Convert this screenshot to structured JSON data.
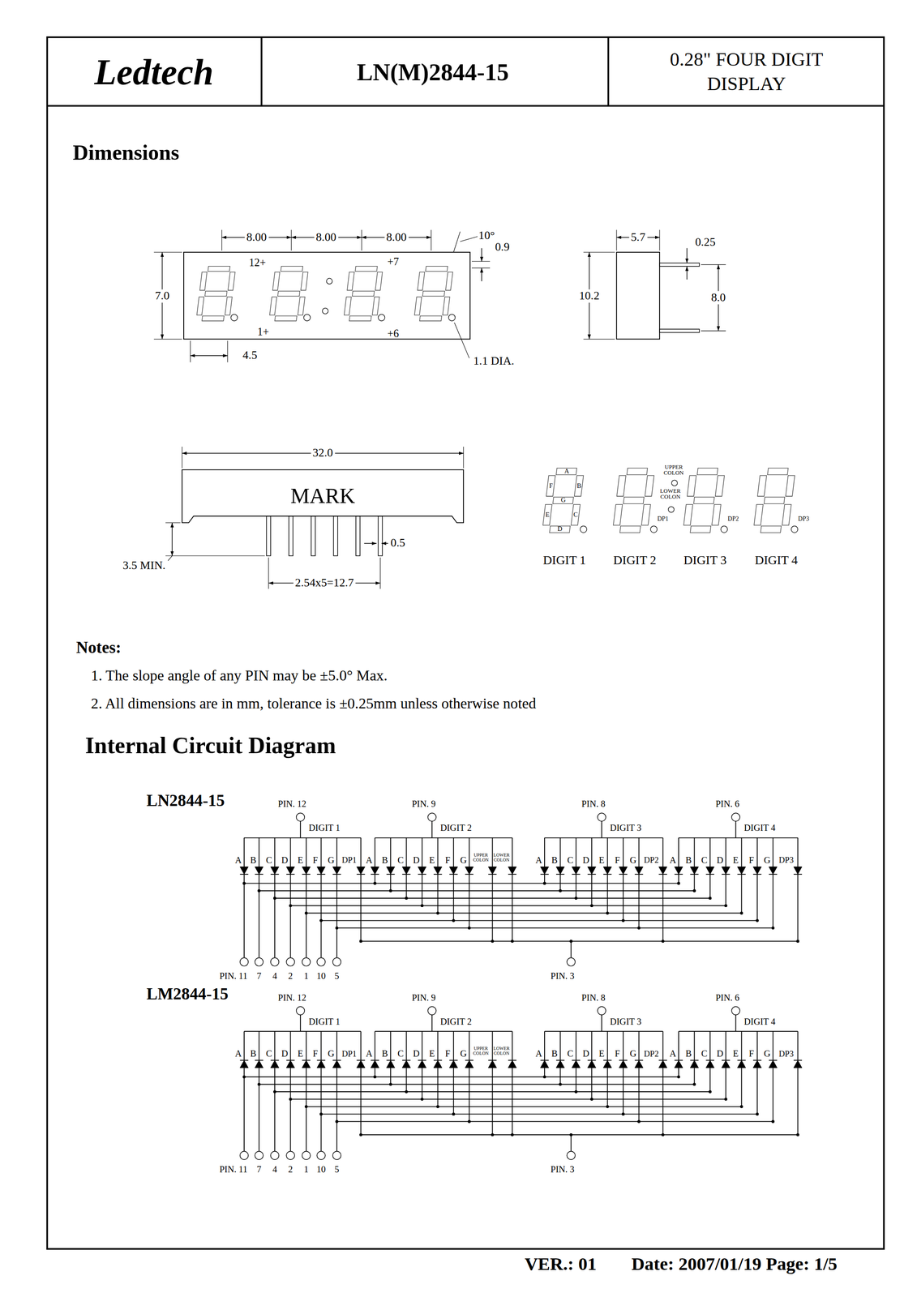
{
  "diagram": {
    "title": "LN(M)2844-15",
    "nodes": [
      {
        "text": [
          "MARK"
        ]
      },
      {
        "text": [
          "A"
        ]
      },
      {
        "text": [
          "F"
        ]
      },
      {
        "text": [
          "B"
        ]
      },
      {
        "text": [
          "G"
        ]
      },
      {
        "text": [
          "E"
        ]
      },
      {
        "text": [
          "C"
        ]
      },
      {
        "text": [
          "D"
        ]
      }
    ],
    "labels": [
      "Ledtech",
      "0.28\" FOUR DIGIT DISPLAY",
      "Dimensions",
      "8.00",
      "8.00",
      "8.00",
      "10°",
      "0.9",
      "12+",
      "+7",
      "7.0",
      "1+",
      "+6",
      "4.5",
      "1.1 DIA.",
      "5.7",
      "0.25",
      "10.2",
      "8.0",
      "32.0",
      "3.5 MIN.",
      "0.5",
      "2.54x5=12.7",
      "UPPER COLON",
      "LOWER COLON",
      "DP1",
      "DP2",
      "DP3",
      "DIGIT 1",
      "DIGIT 2",
      "DIGIT 3",
      "DIGIT 4",
      "Notes:",
      "1. The slope angle of any PIN may be ±5.0° Max.",
      "2. All dimensions are in mm, tolerance is ±0.25mm unless otherwise noted",
      "Internal Circuit Diagram",
      "LN2844-15",
      "PIN. 12",
      "DIGIT 1",
      "PIN. 9",
      "DIGIT 2",
      "PIN. 8",
      "DIGIT 3",
      "PIN. 6",
      "DIGIT 4",
      "A",
      "B",
      "C",
      "D",
      "E",
      "F",
      "G",
      "DP1",
      "A",
      "B",
      "C",
      "D",
      "E",
      "F",
      "G",
      "UPPER COLON",
      "LOWER COLON",
      "A",
      "B",
      "C",
      "D",
      "E",
      "F",
      "G",
      "DP2",
      "A",
      "B",
      "C",
      "D",
      "E",
      "F",
      "G",
      "DP3",
      "PIN. 11",
      "7",
      "4",
      "2",
      "1",
      "10",
      "5",
      "PIN. 3",
      "LM2844-15",
      "PIN. 12",
      "DIGIT 1",
      "PIN. 9",
      "DIGIT 2",
      "PIN. 8",
      "DIGIT 3",
      "PIN. 6",
      "DIGIT 4",
      "A",
      "B",
      "C",
      "D",
      "E",
      "F",
      "G",
      "DP1",
      "A",
      "B",
      "C",
      "D",
      "E",
      "F",
      "G",
      "UPPER COLON",
      "LOWER COLON",
      "A",
      "B",
      "C",
      "D",
      "E",
      "F",
      "G",
      "DP2",
      "A",
      "B",
      "C",
      "D",
      "E",
      "F",
      "G",
      "DP3",
      "PIN. 11",
      "7",
      "4",
      "2",
      "1",
      "10",
      "5",
      "PIN. 3",
      "VER.: 01",
      "Date: 2007/01/19 Page: 1/5"
    ]
  }
}
